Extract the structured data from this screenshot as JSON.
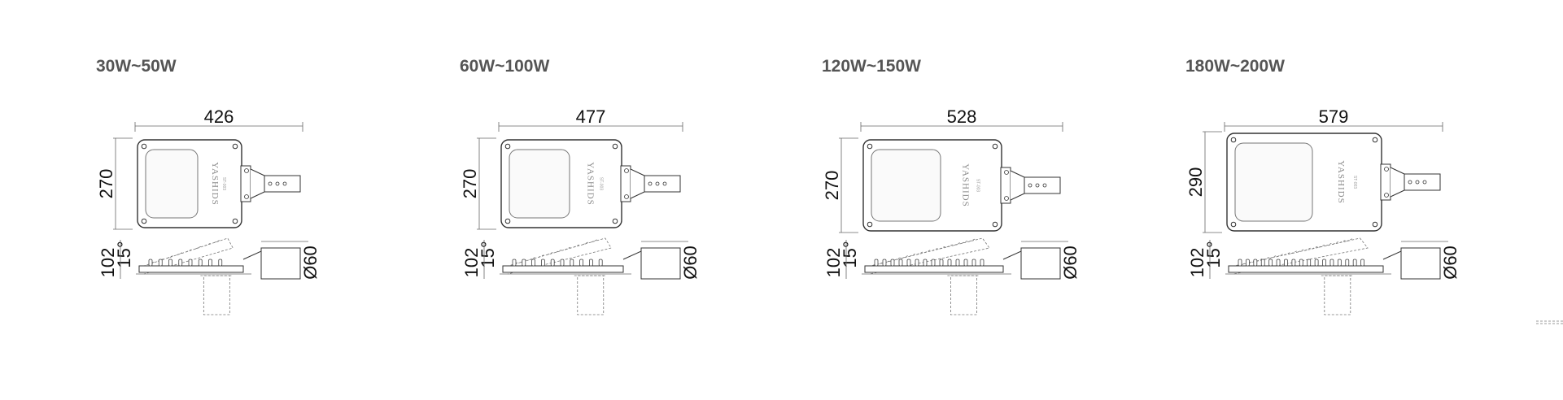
{
  "panels": [
    {
      "title": "30W~50W",
      "width": "426",
      "height": "270",
      "side_height": "102",
      "angle": "15°",
      "pipe": "Ø60",
      "brand": "YASHIDS",
      "model": "ST-003"
    },
    {
      "title": "60W~100W",
      "width": "477",
      "height": "270",
      "side_height": "102",
      "angle": "15°",
      "pipe": "Ø60",
      "brand": "YASHIDS",
      "model": "ST-003"
    },
    {
      "title": "120W~150W",
      "width": "528",
      "height": "270",
      "side_height": "102",
      "angle": "15°",
      "pipe": "Ø60",
      "brand": "YASHIDS",
      "model": "ST-003"
    },
    {
      "title": "180W~200W",
      "width": "579",
      "height": "290",
      "side_height": "102",
      "angle": "15°",
      "pipe": "Ø60",
      "brand": "YASHIDS",
      "model": "ST-003"
    }
  ]
}
